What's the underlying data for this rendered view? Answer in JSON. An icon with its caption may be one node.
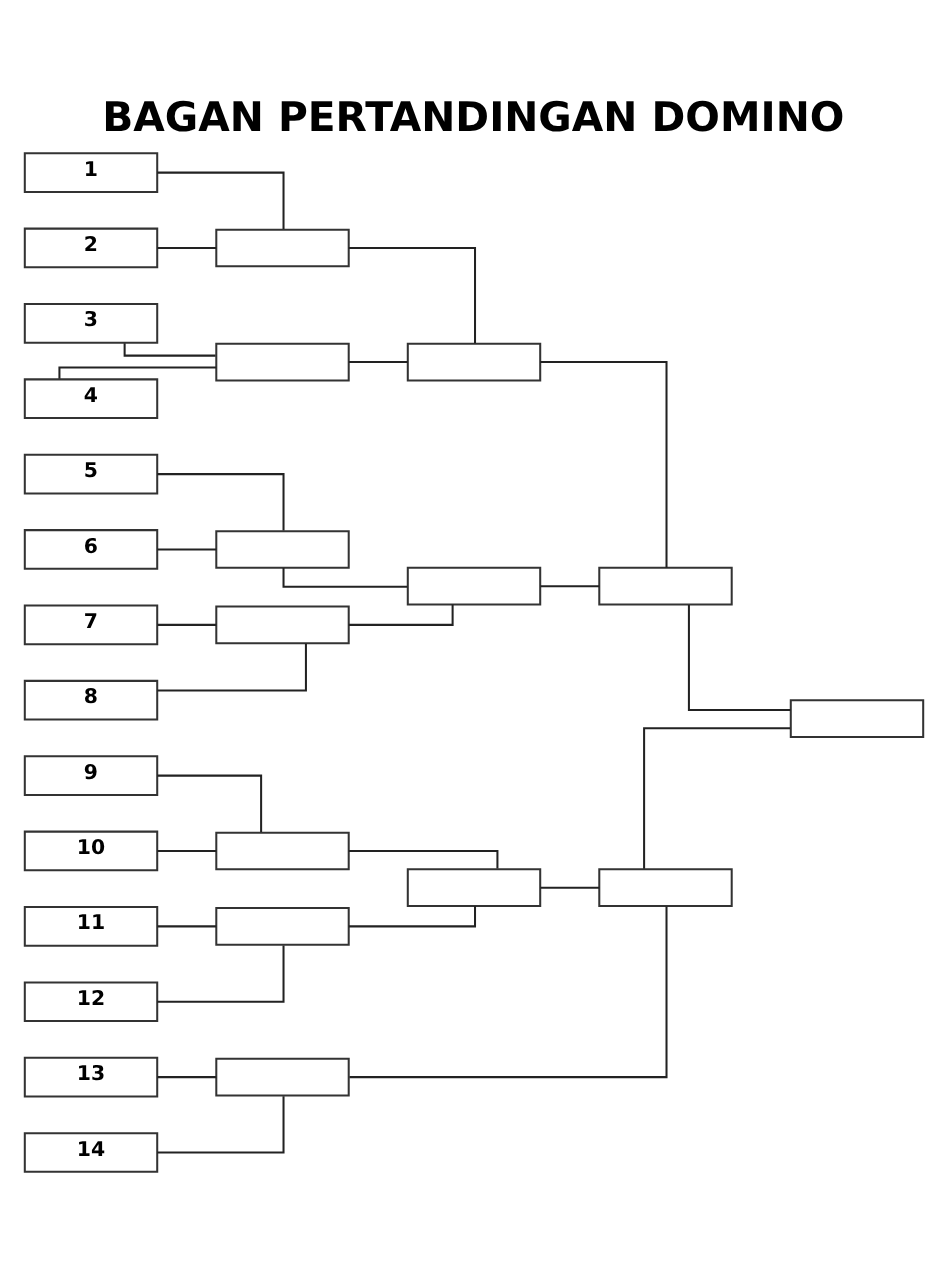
{
  "diagram": {
    "title": "BAGAN PERTANDINGAN DOMINO",
    "nodes": [
      {
        "text": [
          "1"
        ]
      },
      {
        "text": [
          "2"
        ]
      },
      {
        "text": [
          "3"
        ]
      },
      {
        "text": [
          "4"
        ]
      },
      {
        "text": [
          "5"
        ]
      },
      {
        "text": [
          "6"
        ]
      },
      {
        "text": [
          "7"
        ]
      },
      {
        "text": [
          "8"
        ]
      },
      {
        "text": [
          "9"
        ]
      },
      {
        "text": [
          "10"
        ]
      },
      {
        "text": [
          "11"
        ]
      },
      {
        "text": [
          "12"
        ]
      },
      {
        "text": [
          "13"
        ]
      },
      {
        "text": [
          "14"
        ]
      },
      {
        "text": [],
        "shape": "box"
      },
      {
        "text": [],
        "shape": "box"
      },
      {
        "text": [],
        "shape": "box"
      },
      {
        "text": [],
        "shape": "box"
      },
      {
        "text": [],
        "shape": "box"
      },
      {
        "text": [],
        "shape": "box"
      },
      {
        "text": [],
        "shape": "box"
      },
      {
        "text": [],
        "shape": "box"
      },
      {
        "text": [],
        "shape": "box"
      },
      {
        "text": [],
        "shape": "box"
      },
      {
        "text": [],
        "shape": "box"
      },
      {
        "text": [],
        "shape": "box"
      },
      {
        "text": [],
        "shape": "box"
      }
    ],
    "edges": [
      {
        "from": 0,
        "to": 14,
        "arrow": "none"
      },
      {
        "from": 1,
        "to": 14,
        "arrow": "none"
      },
      {
        "from": 2,
        "to": 15,
        "arrow": "none"
      },
      {
        "from": 3,
        "to": 15,
        "arrow": "none"
      },
      {
        "from": 4,
        "to": 16,
        "arrow": "none"
      },
      {
        "from": 5,
        "to": 16,
        "arrow": "none"
      },
      {
        "from": 6,
        "to": 17,
        "arrow": "none"
      },
      {
        "from": 7,
        "to": 17,
        "arrow": "none"
      },
      {
        "from": 8,
        "to": 18,
        "arrow": "none"
      },
      {
        "from": 9,
        "to": 18,
        "arrow": "none"
      },
      {
        "from": 10,
        "to": 19,
        "arrow": "none"
      },
      {
        "from": 11,
        "to": 19,
        "arrow": "none"
      },
      {
        "from": 12,
        "to": 20,
        "arrow": "none"
      },
      {
        "from": 13,
        "to": 20,
        "arrow": "none"
      },
      {
        "from": 14,
        "to": 21,
        "arrow": "none"
      },
      {
        "from": 15,
        "to": 21,
        "arrow": "none"
      },
      {
        "from": 16,
        "to": 22,
        "arrow": "none"
      },
      {
        "from": 17,
        "to": 22,
        "arrow": "none"
      },
      {
        "from": 18,
        "to": 23,
        "arrow": "none"
      },
      {
        "from": 19,
        "to": 23,
        "arrow": "none"
      },
      {
        "from": 21,
        "to": 24,
        "arrow": "none"
      },
      {
        "from": 22,
        "to": 24,
        "arrow": "none"
      },
      {
        "from": 23,
        "to": 25,
        "arrow": "none"
      },
      {
        "from": 20,
        "to": 25,
        "arrow": "none"
      },
      {
        "from": 24,
        "to": 26,
        "arrow": "none"
      },
      {
        "from": 25,
        "to": 26,
        "arrow": "none"
      }
    ]
  }
}
